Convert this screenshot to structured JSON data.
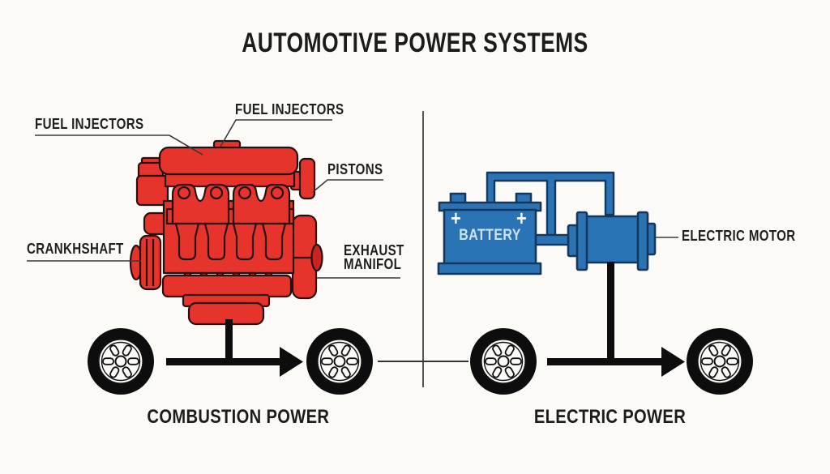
{
  "title": "AUTOMOTIVE POWER SYSTEMS",
  "combustion_system": {
    "caption": "COMBUSTION POWER",
    "labels": {
      "fuel_injectors_left": "FUEL INJECTORS",
      "fuel_injectors_top": "FUEL INJECTORS",
      "pistons": "PISTONS",
      "crankshaft": "CRANKHSHAFT",
      "exhaust_manifold_line1": "EXHAUST",
      "exhaust_manifold_line2": "MANIFOL"
    }
  },
  "electric_system": {
    "caption": "ELECTRIC POWER",
    "labels": {
      "battery": "BATTERY",
      "battery_plus_left": "+",
      "battery_plus_right": "+",
      "electric_motor": "ELECTRIC MOTOR"
    }
  },
  "colors": {
    "background": "#fbfaf7",
    "engine_red": "#e6332b",
    "engine_red_dark": "#c9241e",
    "engine_outline": "#241110",
    "electric_blue": "#2a74b6",
    "electric_outline": "#16375c",
    "battery_text": "#cde3f3",
    "ink": "#1f1f1f",
    "pointer_line": "#3a3a3a"
  }
}
